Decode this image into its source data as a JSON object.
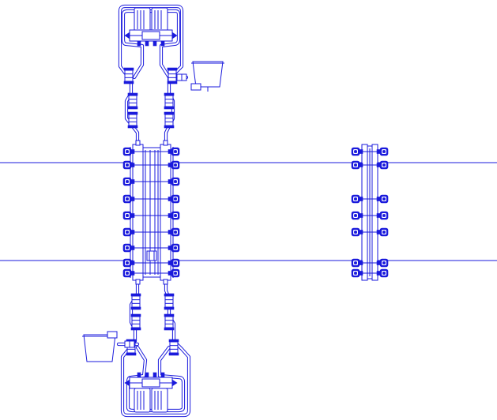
{
  "drawing": {
    "ink_color": "#1a1adc",
    "background_color": "#ffffff",
    "components": [
      "pipeline",
      "orifice-flange-assembly",
      "flange-pair",
      "differential-pressure-transmitter",
      "three-valve-manifold",
      "condensate-pot",
      "isolation-valve",
      "impulse-tubing"
    ]
  }
}
